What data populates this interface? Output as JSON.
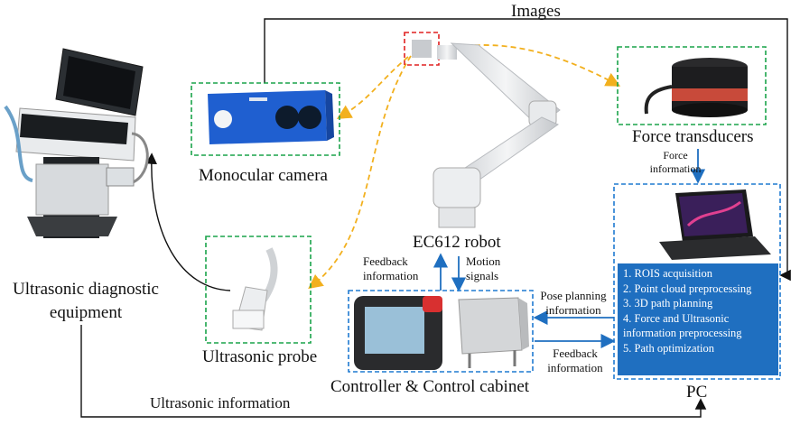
{
  "labels": {
    "images": "Images",
    "force_transducers": "Force transducers",
    "force_information": [
      "Force",
      "information"
    ],
    "monocular_camera": "Monocular camera",
    "ec612_robot": "EC612 robot",
    "feedback_information_left": [
      "Feedback",
      "information"
    ],
    "motion_signals": [
      "Motion",
      "signals"
    ],
    "ultrasonic_equipment": [
      "Ultrasonic diagnostic",
      "equipment"
    ],
    "ultrasonic_probe": "Ultrasonic  probe",
    "pose_planning_information": [
      "Pose planning",
      "information"
    ],
    "feedback_information_right": [
      "Feedback",
      "information"
    ],
    "controller_cabinet": "Controller & Control cabinet",
    "ultrasonic_information": "Ultrasonic  information",
    "pc": "PC"
  },
  "pc_steps": [
    "1. ROIS acquisition",
    "2. Point cloud preprocessing",
    "3. 3D path planning",
    "4.  Force and Ultrasonic",
    "information preprocessing",
    "5. Path optimization"
  ],
  "colors": {
    "green_box": "#1aa34a",
    "blue_box": "#1f7ad1",
    "red_box": "#e02020",
    "yellow_arrow": "#f2b01e",
    "blue_arrow": "#1f6fc0",
    "black_line": "#111111",
    "pc_panel": "#1f6fc0"
  },
  "icons": [
    "ultrasound-machine-icon",
    "camera-icon",
    "robot-arm-icon",
    "force-sensor-icon",
    "laptop-icon",
    "probe-icon",
    "teach-pendant-icon",
    "control-cabinet-icon"
  ]
}
